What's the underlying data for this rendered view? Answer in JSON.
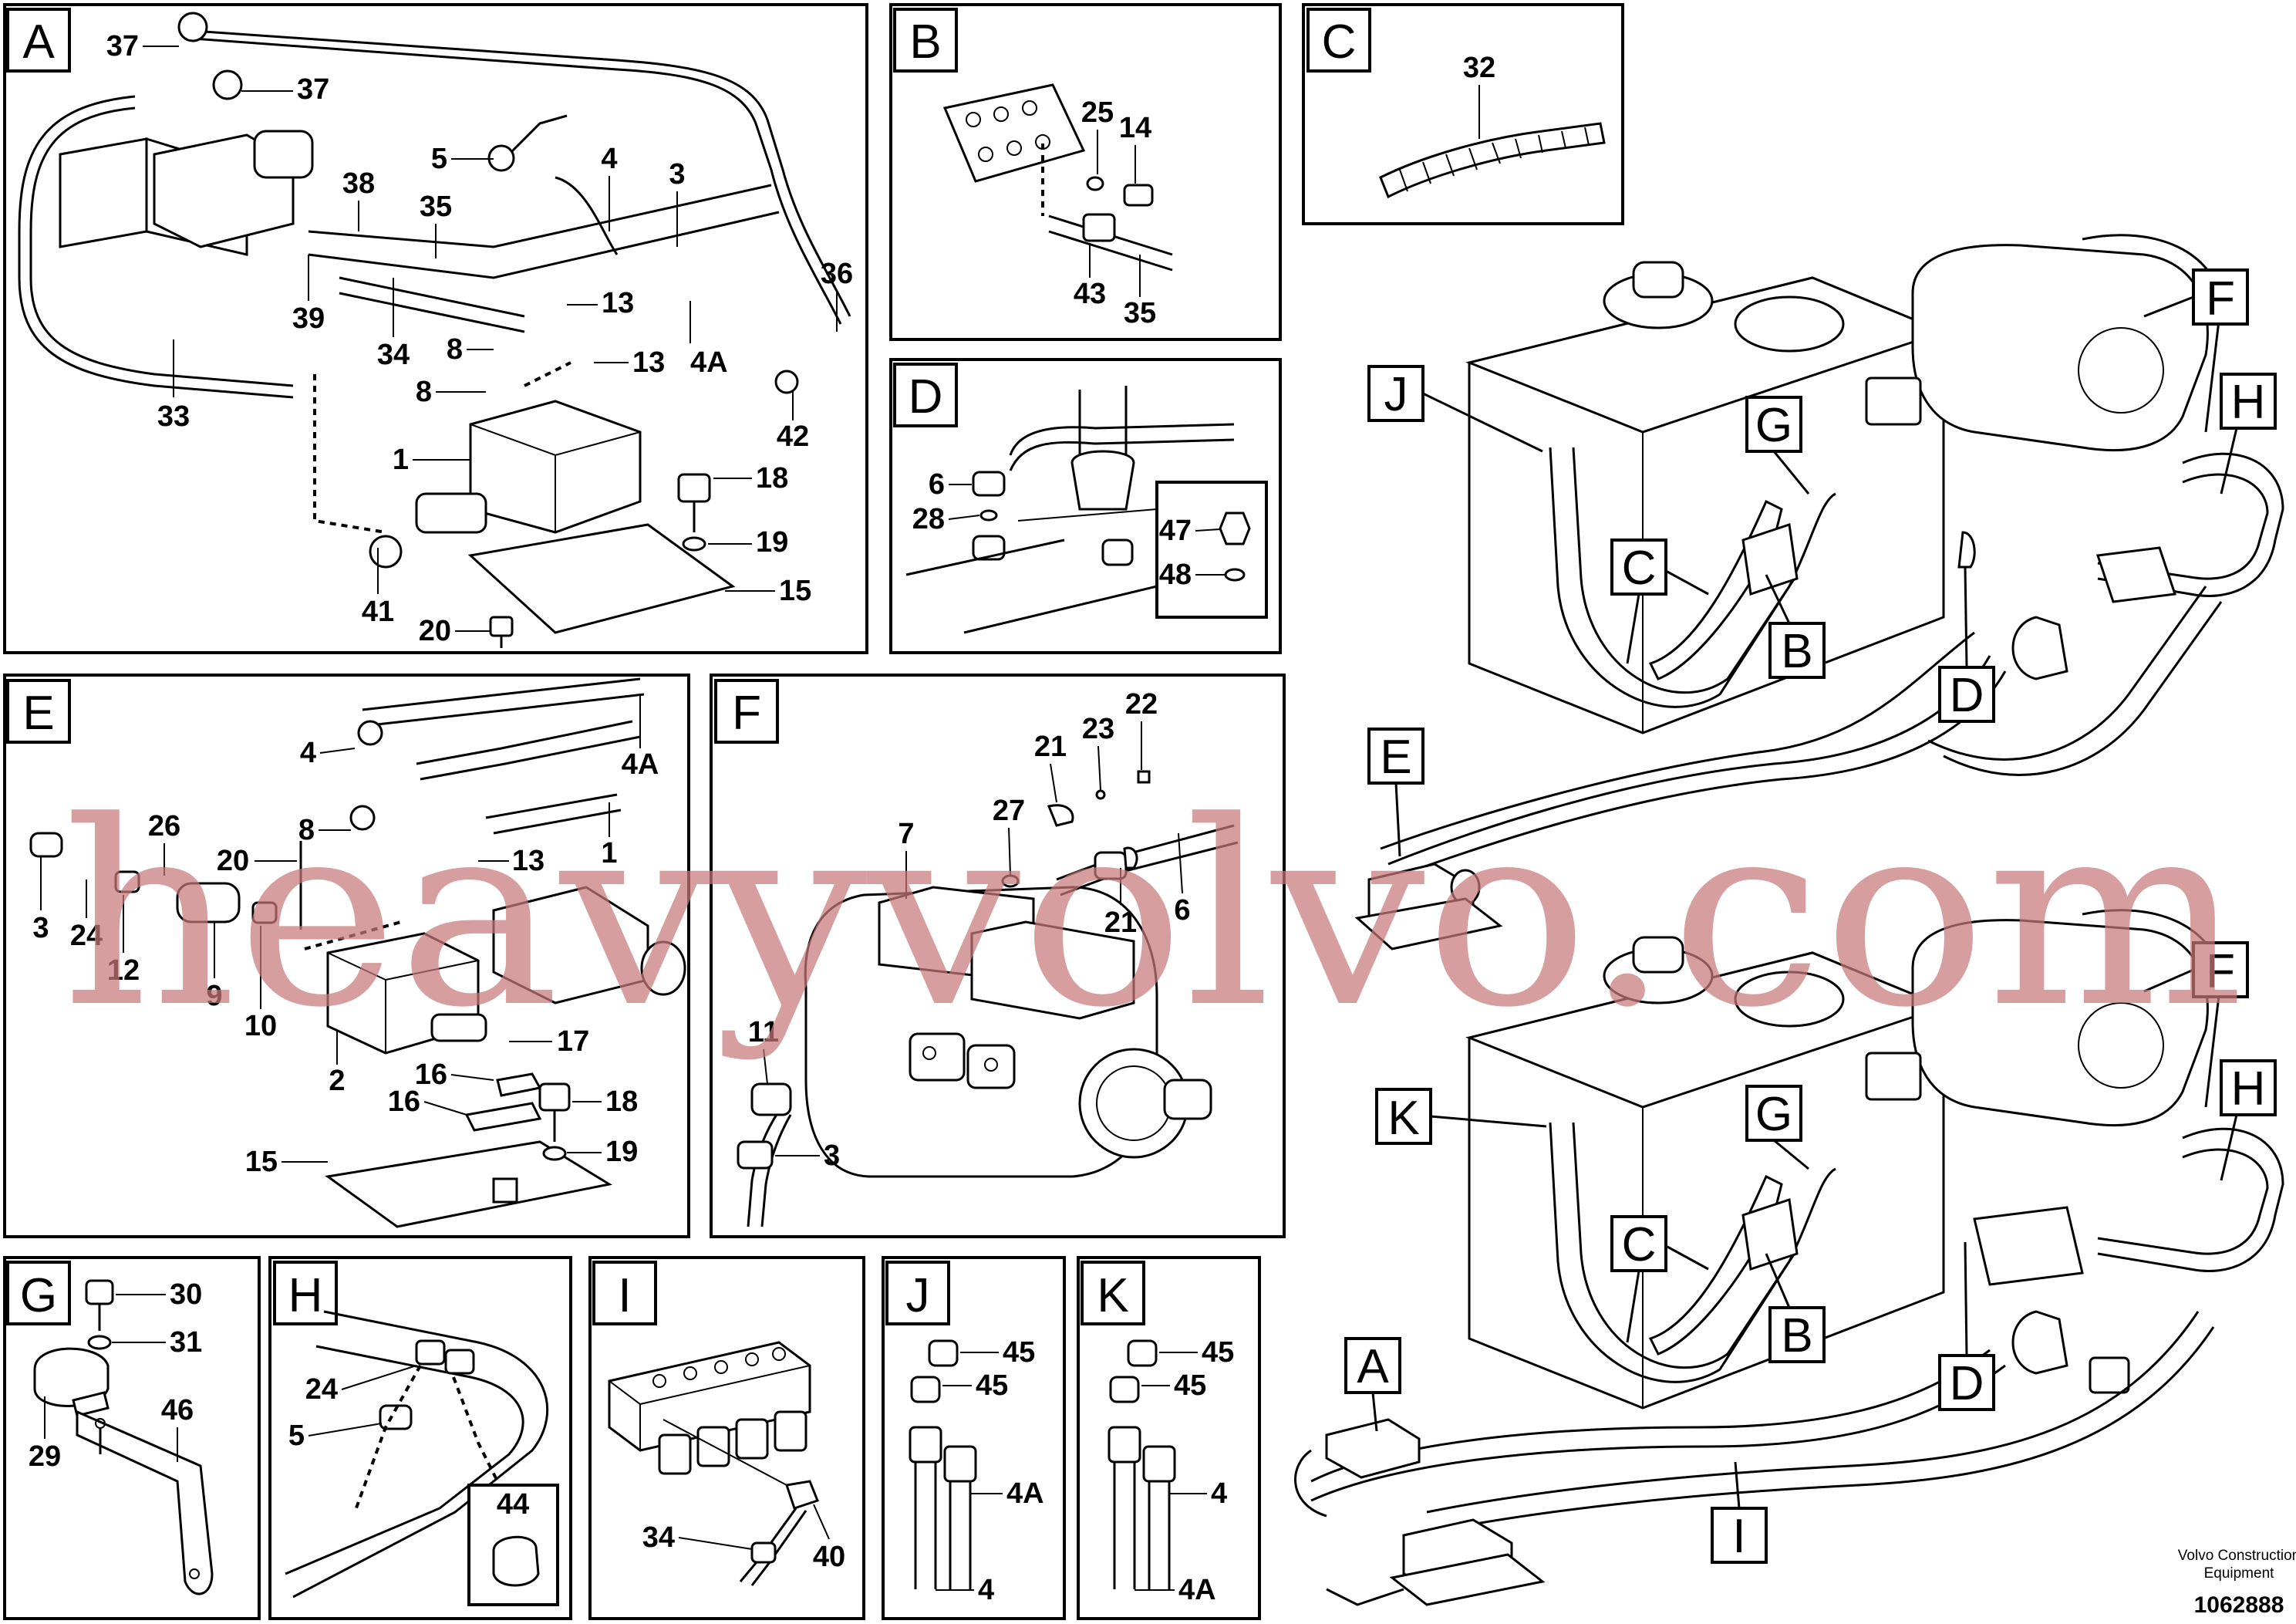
{
  "panels": {
    "A": {
      "letter": "A",
      "labels": [
        "37",
        "37",
        "5",
        "4",
        "3",
        "38",
        "35",
        "39",
        "34",
        "8",
        "13",
        "13",
        "4A",
        "36",
        "8",
        "33",
        "42",
        "1",
        "18",
        "19",
        "41",
        "15",
        "20"
      ]
    },
    "B": {
      "letter": "B",
      "labels": [
        "25",
        "14",
        "43",
        "35"
      ]
    },
    "C": {
      "letter": "C",
      "labels": [
        "32"
      ]
    },
    "D": {
      "letter": "D",
      "labels": [
        "6",
        "28",
        "47",
        "48"
      ]
    },
    "E": {
      "letter": "E",
      "labels": [
        "4",
        "4A",
        "8",
        "26",
        "20",
        "13",
        "1",
        "3",
        "24",
        "12",
        "9",
        "10",
        "17",
        "2",
        "16",
        "16",
        "18",
        "15",
        "19"
      ]
    },
    "F": {
      "letter": "F",
      "labels": [
        "22",
        "21",
        "23",
        "27",
        "7",
        "21",
        "6",
        "11",
        "3"
      ]
    },
    "G": {
      "letter": "G",
      "labels": [
        "30",
        "31",
        "46",
        "29"
      ]
    },
    "H": {
      "letter": "H",
      "labels": [
        "24",
        "5",
        "44"
      ]
    },
    "I": {
      "letter": "I",
      "labels": [
        "34",
        "40"
      ]
    },
    "J": {
      "letter": "J",
      "labels": [
        "45",
        "45",
        "4A",
        "4"
      ]
    },
    "K": {
      "letter": "K",
      "labels": [
        "45",
        "45",
        "4",
        "4A"
      ]
    }
  },
  "overview": {
    "top_keys": [
      "F",
      "J",
      "G",
      "H",
      "C",
      "B",
      "D",
      "E"
    ],
    "bottom_keys": [
      "F",
      "K",
      "G",
      "H",
      "C",
      "B",
      "D",
      "A",
      "I"
    ]
  },
  "footer": {
    "company_line1": "Volvo Construction",
    "company_line2": "Equipment",
    "drawing_number": "1062888"
  },
  "watermark": "heavyvolvo.com"
}
